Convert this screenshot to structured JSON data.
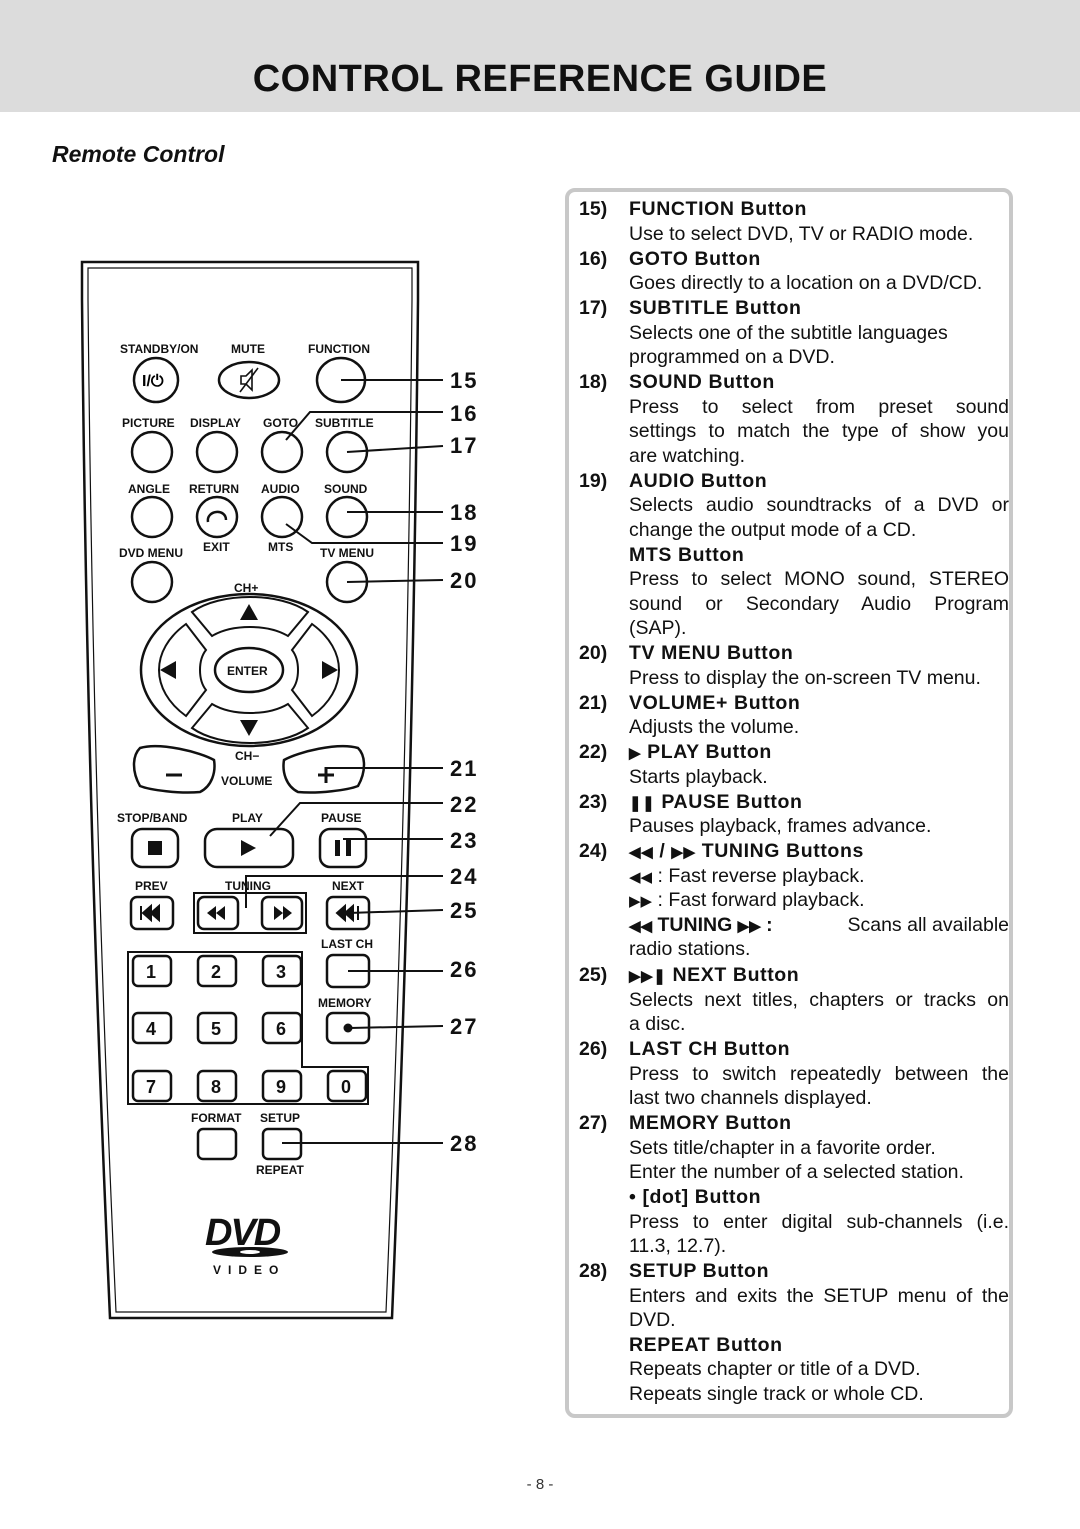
{
  "header": {
    "title": "CONTROL  REFERENCE  GUIDE"
  },
  "section": {
    "title": "Remote Control"
  },
  "remote": {
    "labels": {
      "standby": "STANDBY/ON",
      "mute": "MUTE",
      "function": "FUNCTION",
      "picture": "PICTURE",
      "display": "DISPLAY",
      "goto": "GOTO",
      "subtitle": "SUBTITLE",
      "angle": "ANGLE",
      "return": "RETURN",
      "audio": "AUDIO",
      "sound": "SOUND",
      "dvd_menu": "DVD MENU",
      "exit": "EXIT",
      "mts": "MTS",
      "tv_menu": "TV MENU",
      "ch_plus": "CH+",
      "enter": "ENTER",
      "ch_minus": "CH−",
      "volume": "VOLUME",
      "stop_band": "STOP/BAND",
      "play": "PLAY",
      "pause": "PAUSE",
      "prev": "PREV",
      "tuning": "TUNING",
      "next": "NEXT",
      "last_ch": "LAST CH",
      "memory": "MEMORY",
      "format": "FORMAT",
      "setup": "SETUP",
      "repeat": "REPEAT",
      "logo_text": "VIDEO",
      "logo_mark": "DVD"
    },
    "digits": [
      "1",
      "2",
      "3",
      "4",
      "5",
      "6",
      "7",
      "8",
      "9",
      "0"
    ],
    "callouts": [
      "15",
      "16",
      "17",
      "18",
      "19",
      "20",
      "21",
      "22",
      "23",
      "24",
      "25",
      "26",
      "27",
      "28"
    ]
  },
  "entries": {
    "e15": {
      "num": "15)",
      "head": "FUNCTION  Button",
      "l1": "Use to select DVD, TV or RADIO mode."
    },
    "e16": {
      "num": "16)",
      "head": "GOTO  Button",
      "l1": "Goes directly to a location on a DVD/CD."
    },
    "e17": {
      "num": "17)",
      "head": "SUBTITLE  Button",
      "l1": "Selects one of the subtitle languages",
      "l2": "programmed on a DVD."
    },
    "e18": {
      "num": "18)",
      "head": "SOUND  Button",
      "l1": "Press to select from preset sound",
      "l2": "settings to match the type of show you",
      "l3": "are watching."
    },
    "e19": {
      "num": "19)",
      "head": "AUDIO  Button",
      "l1": "Selects audio soundtracks of a DVD or",
      "l2": "change the output mode of a CD."
    },
    "mts": {
      "head": "MTS  Button",
      "l1": "Press to select MONO sound, STEREO",
      "l2": "sound or Secondary Audio Program",
      "l3": "(SAP)."
    },
    "e20": {
      "num": "20)",
      "head": "TV  MENU  Button",
      "l1": "Press to display the on-screen TV menu."
    },
    "e21": {
      "num": "21)",
      "head": "VOLUME+ Button",
      "l1": "Adjusts the volume."
    },
    "e22": {
      "num": "22)",
      "head": "PLAY  Button",
      "l1": "Starts playback."
    },
    "e23": {
      "num": "23)",
      "head": "PAUSE  Button",
      "l1": "Pauses playback, frames advance."
    },
    "e24": {
      "num": "24)",
      "head": "TUNING  Buttons",
      "sep": "/",
      "l1": ": Fast reverse playback.",
      "l2": ": Fast forward playback.",
      "l3_head": "TUNING",
      "l3_colon": ":",
      "l3_text": "Scans all available",
      "l4": "radio stations."
    },
    "e25": {
      "num": "25)",
      "head": "NEXT  Button",
      "l1": "Selects next titles, chapters or tracks on",
      "l2": "a disc."
    },
    "e26": {
      "num": "26)",
      "head": "LAST CH  Button",
      "l1": "Press to switch repeatedly between the",
      "l2": "last two channels displayed."
    },
    "e27": {
      "num": "27)",
      "head": "MEMORY  Button",
      "l1": "Sets title/chapter in a favorite order.",
      "l2": "Enter the number of a selected station."
    },
    "dot": {
      "head": "• [dot]  Button",
      "l1": "Press to enter digital sub-channels (i.e.",
      "l2": "11.3, 12.7)."
    },
    "e28": {
      "num": "28)",
      "head": "SETUP  Button",
      "l1": "Enters and exits the SETUP menu of the",
      "l2": "DVD."
    },
    "repeat": {
      "head": "REPEAT  Button",
      "l1": "Repeats chapter or title of a DVD.",
      "l2": "Repeats single track or whole CD."
    }
  },
  "footer": {
    "page": "- 8 -"
  }
}
